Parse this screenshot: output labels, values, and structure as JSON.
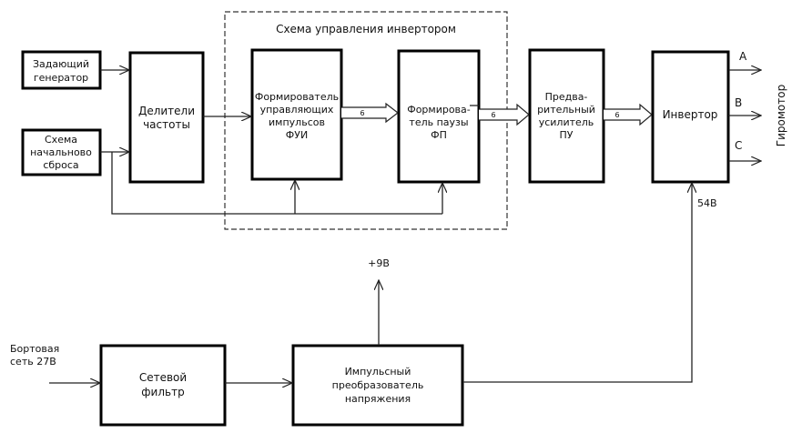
{
  "diagram": {
    "group": {
      "title": "Схема управления инвертором"
    },
    "blocks": {
      "master_gen": {
        "lines": [
          "Задающий",
          "генератор"
        ]
      },
      "reset": {
        "lines": [
          "Схема",
          "начальново",
          "сброса"
        ]
      },
      "dividers": {
        "lines": [
          "Делители",
          "частоты"
        ]
      },
      "fui": {
        "lines": [
          "Формирователь",
          "управляющих",
          "импульсов",
          "ФУИ"
        ]
      },
      "fp": {
        "lines": [
          "Формирова-",
          "тель паузы",
          "ФП"
        ]
      },
      "pu": {
        "lines": [
          "Предва-",
          "рительный",
          "усилитель",
          "ПУ"
        ]
      },
      "inverter": {
        "lines": [
          "Инвертор"
        ]
      },
      "filter": {
        "lines": [
          "Сетевой",
          "фильтр"
        ]
      },
      "converter": {
        "lines": [
          "Импульсный",
          "преобразователь",
          "напряжения"
        ]
      }
    },
    "labels": {
      "bus_width_1": "6",
      "bus_width_2": "6",
      "bus_width_3": "6",
      "phase_a": "A",
      "phase_b": "B",
      "phase_c": "C",
      "load": "Гиромотор",
      "inverter_supply": "54В",
      "aux_supply": "+9В",
      "input_line1": "Бортовая",
      "input_line2": "сеть 27В"
    }
  }
}
